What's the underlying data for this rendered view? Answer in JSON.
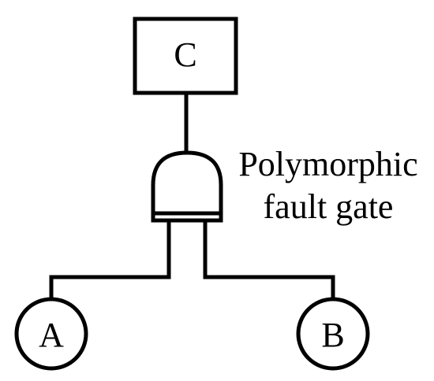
{
  "top_event": {
    "label": "C"
  },
  "gate": {
    "label_line1": "Polymorphic",
    "label_line2": "fault gate"
  },
  "basic_events": [
    {
      "label": "A"
    },
    {
      "label": "B"
    }
  ],
  "colors": {
    "stroke": "#000000",
    "background": "#ffffff"
  }
}
